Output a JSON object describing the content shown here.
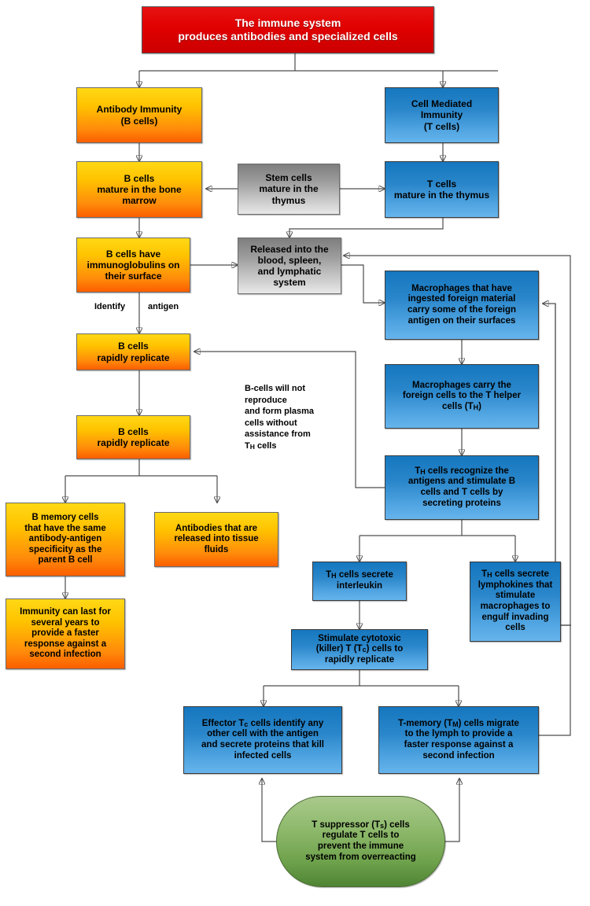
{
  "diagram": {
    "title": "The immune system produces antibodies and specialized cells",
    "colors": {
      "red": "#e00000",
      "orange": "#ff8c0a",
      "blue": "#2a86ca",
      "gray": "#9d9d9d",
      "green": "#6fa24c",
      "connector": "#4d4d4d"
    }
  },
  "nodes": {
    "root": "The immune system\nproduces antibodies and specialized cells",
    "root_line1": "The immune system",
    "root_line2": "produces antibodies and specialized cells",
    "antibody_immunity": "Antibody Immunity\n(B cells)",
    "cell_mediated": "Cell Mediated\nImmunity\n(T cells)",
    "b_mature": "B cells\nmature in the bone\nmarrow",
    "stem_cells": "Stem cells\nmature in the\nthymus",
    "t_mature": "T cells\nmature in the thymus",
    "b_immunoglobulins": "B cells have\nimmunoglobulins on\ntheir surface",
    "released": "Released into the\nblood, spleen,\nand lymphatic\nsystem",
    "macrophages_ingested": "Macrophages that have\ningested foreign material\ncarry some of the foreign\nantigen on their surfaces",
    "b_replicate_1": "B cells\nrapidly replicate",
    "macrophages_carry": "Macrophages carry the\nforeign cells to the T helper\ncells (TH)",
    "b_replicate_2": "B cells\nrapidly replicate",
    "th_recognize": "TH cells recognize the\nantigens and stimulate B\ncells and T cells by\nsecreting proteins",
    "b_memory": "B memory cells\nthat have the same\nantibody-antigen\nspecificity as the\nparent B cell",
    "antibodies_tissue": "Antibodies that are\nreleased into tissue\nfluids",
    "th_interleukin": "TH cells secrete\ninterleukin",
    "th_lymphokines": "TH cells secrete\nlymphokines that\nstimulate\nmacrophages to\nengulf invading\ncells",
    "immunity_years": "Immunity can last for\nseveral years to\nprovide a faster\nresponse against a\nsecond infection",
    "stimulate_cytotoxic": "Stimulate cytotoxic\n(killer) T (Tc) cells to\nrapidly replicate",
    "effector_tc": "Effector Tc cells identify any\nother cell with the antigen\nand secrete proteins that kill\ninfected cells",
    "t_memory": "T-memory (TM) cells migrate\nto the lymph to provide a\nfaster response against a\nsecond infection",
    "t_suppressor": "T suppressor (Ts) cells\nregulate T cells to\nprevent the immune\nsystem from overreacting"
  },
  "notes": {
    "b_cells_note": "B-cells will not\nreproduce\nand form plasma\ncells without\nassistance from\nTH cells",
    "b_cells_note_lines": [
      "B-cells will not",
      "reproduce",
      "and form plasma",
      "cells without",
      "assistance from",
      "TH cells"
    ]
  },
  "edge_labels": {
    "identify": "Identify",
    "antigen": "antigen"
  }
}
